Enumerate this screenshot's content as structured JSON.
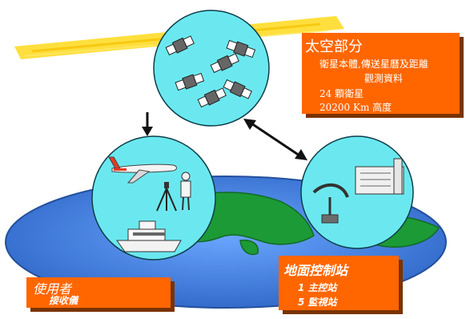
{
  "space_segment": {
    "title": "太空部分",
    "lines": [
      "衛星本體,傳送星曆及距離",
      "觀測資料",
      "24 顆衛星",
      "20200 Km 高度"
    ]
  },
  "ground_segment": {
    "title": "地面控制站",
    "lines": [
      "1 主控站",
      "5 監視站"
    ]
  },
  "user_segment": {
    "title": "使用者",
    "lines": [
      "接收儀"
    ]
  },
  "colors": {
    "label_box": "#ff6600",
    "label_shadow": "#7a3300",
    "circle_fill": "#6be8ef",
    "ocean": "#3f7fd9",
    "land": "#1c9a35",
    "highlighter": "#ffdd33"
  }
}
